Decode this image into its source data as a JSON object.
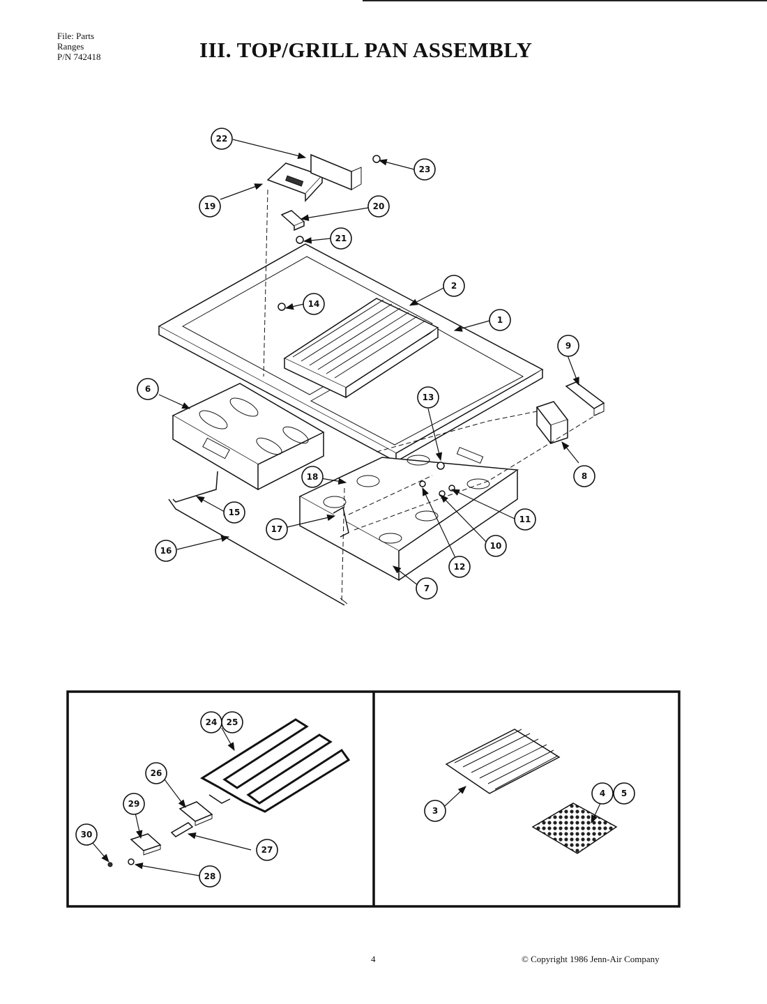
{
  "header": {
    "file_line": "File: Parts",
    "category_line": "Ranges",
    "part_number_line": "P/N 742418",
    "title": "III. TOP/GRILL PAN ASSEMBLY"
  },
  "callouts": {
    "c1": "1",
    "c2": "2",
    "c3": "3",
    "c4": "4",
    "c5": "5",
    "c6": "6",
    "c7": "7",
    "c8": "8",
    "c9": "9",
    "c10": "10",
    "c11": "11",
    "c12": "12",
    "c13": "13",
    "c14": "14",
    "c15": "15",
    "c16": "16",
    "c17": "17",
    "c18": "18",
    "c19": "19",
    "c20": "20",
    "c21": "21",
    "c22": "22",
    "c23": "23",
    "c24": "24",
    "c25": "25",
    "c26": "26",
    "c27": "27",
    "c28": "28",
    "c29": "29",
    "c30": "30"
  },
  "footer": {
    "page_number": "4",
    "copyright": "© Copyright 1986 Jenn-Air Company"
  }
}
